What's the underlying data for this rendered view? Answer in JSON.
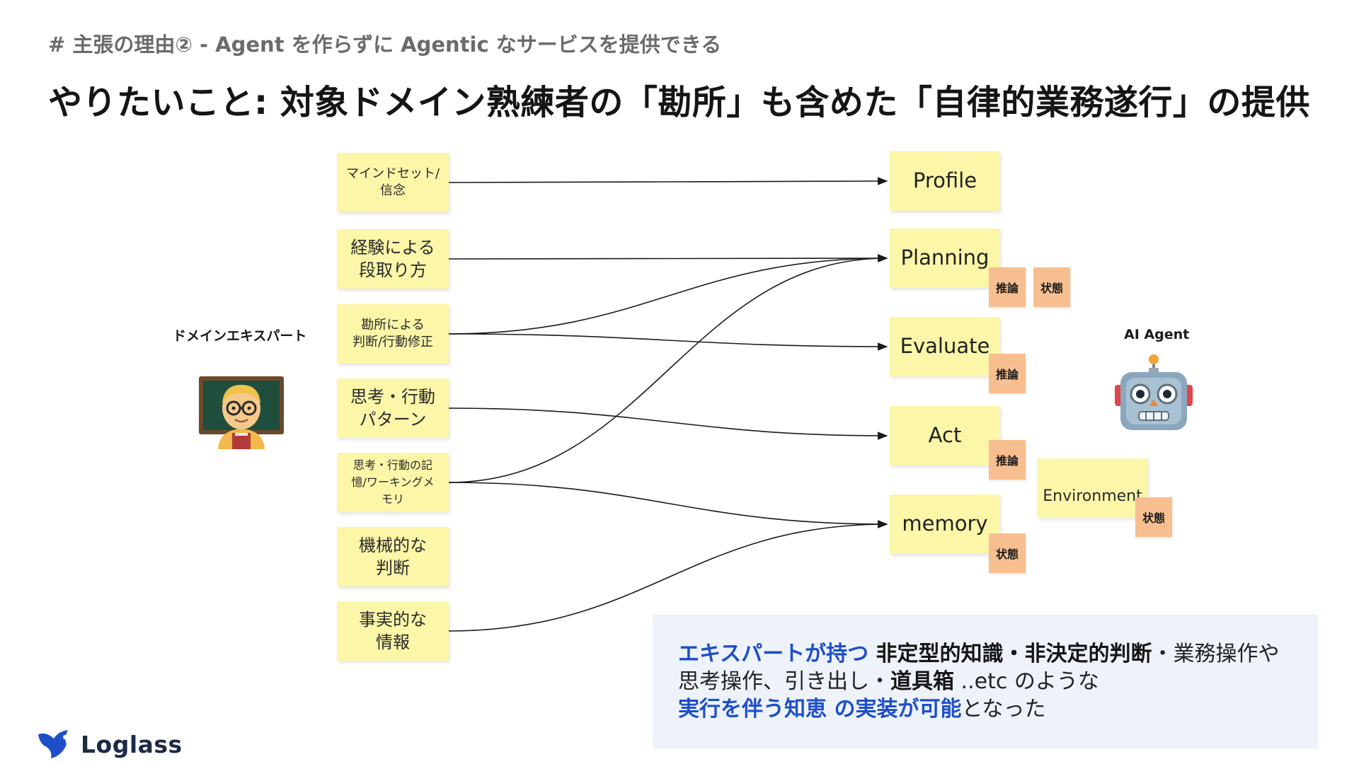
{
  "header": {
    "subtitle": "# 主張の理由② - Agent を作らずに Agentic なサービスを提供できる",
    "title": "やりたいこと: 対象ドメイン熟練者の「勘所」も含めた「自律的業務遂行」の提供"
  },
  "diagram": {
    "expert_label": "ドメインエキスパート",
    "agent_label": "AI Agent",
    "left_notes": [
      {
        "id": "mindset",
        "lines": [
          "マインドセット/",
          "信念"
        ]
      },
      {
        "id": "procedure",
        "lines": [
          "経験による",
          "段取り方"
        ]
      },
      {
        "id": "judgment",
        "lines": [
          "勘所による",
          "判断/行動修正"
        ]
      },
      {
        "id": "pattern",
        "lines": [
          "思考・行動",
          "パターン"
        ]
      },
      {
        "id": "recall",
        "lines": [
          "思考・行動の記",
          "憶/ワーキングメ",
          "モリ"
        ]
      },
      {
        "id": "mechanical",
        "lines": [
          "機械的な",
          "判断"
        ]
      },
      {
        "id": "facts",
        "lines": [
          "事実的な",
          "情報"
        ]
      }
    ],
    "right_notes": [
      {
        "id": "profile",
        "label": "Profile",
        "tags": []
      },
      {
        "id": "planning",
        "label": "Planning",
        "tags": [
          "推論",
          "状態"
        ]
      },
      {
        "id": "evaluate",
        "label": "Evaluate",
        "tags": [
          "推論"
        ]
      },
      {
        "id": "act",
        "label": "Act",
        "tags": [
          "推論"
        ]
      },
      {
        "id": "memory",
        "label": "memory",
        "tags": [
          "状態"
        ]
      }
    ],
    "environment": {
      "label": "Environment",
      "tags": [
        "状態"
      ]
    },
    "connections": [
      [
        "mindset",
        "profile"
      ],
      [
        "procedure",
        "planning"
      ],
      [
        "judgment",
        "planning"
      ],
      [
        "judgment",
        "evaluate"
      ],
      [
        "pattern",
        "act"
      ],
      [
        "recall",
        "planning"
      ],
      [
        "recall",
        "memory"
      ],
      [
        "facts",
        "memory"
      ]
    ]
  },
  "callout": {
    "p1": "エキスパートが持つ",
    "p2": " 非定型的知識・非決定的判断",
    "p3": "・業務操作や思考操作、引き出し・",
    "p4": "道具箱",
    "p5": " ..etc のような",
    "p6": "実行を伴う知恵 の実装が可能",
    "p7": "となった"
  },
  "logo": {
    "text": "Loglass"
  },
  "colors": {
    "sticky": "#fbf6a8",
    "tag": "#f7bf8f",
    "accent": "#1e4fc8",
    "callout_bg": "#eef3fb"
  }
}
